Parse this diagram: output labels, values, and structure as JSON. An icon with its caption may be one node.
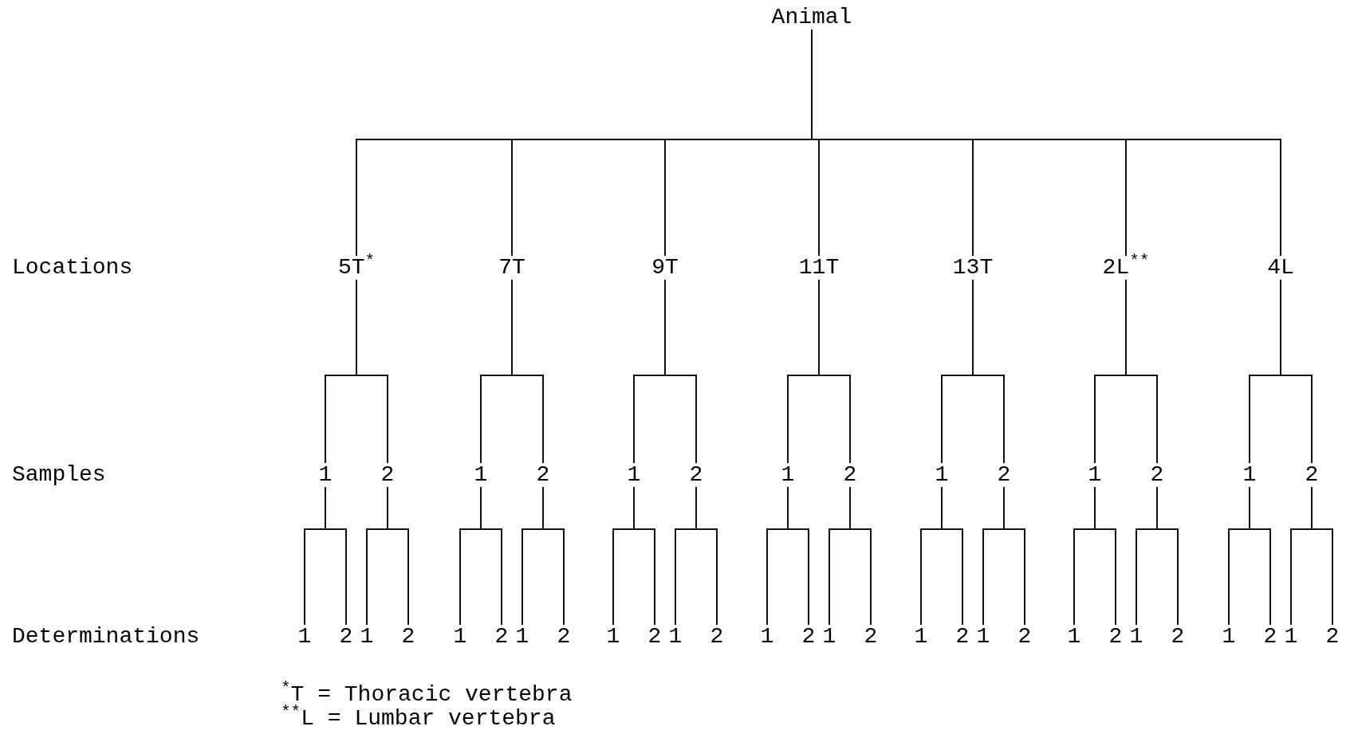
{
  "diagram": {
    "nodes": [
      {
        "text": [
          "Animal"
        ]
      },
      {
        "text": [
          "5T$^{*}$"
        ]
      },
      {
        "text": [
          "7T"
        ]
      },
      {
        "text": [
          "9T"
        ]
      },
      {
        "text": [
          "11T"
        ]
      },
      {
        "text": [
          "13T"
        ]
      },
      {
        "text": [
          "2L$^{**}$"
        ]
      },
      {
        "text": [
          "4L"
        ]
      },
      {
        "text": [
          "1"
        ]
      },
      {
        "text": [
          "2"
        ]
      },
      {
        "text": [
          "1"
        ]
      },
      {
        "text": [
          "2"
        ]
      },
      {
        "text": [
          "1"
        ]
      },
      {
        "text": [
          "2"
        ]
      },
      {
        "text": [
          "1"
        ]
      },
      {
        "text": [
          "2"
        ]
      },
      {
        "text": [
          "1"
        ]
      },
      {
        "text": [
          "2"
        ]
      },
      {
        "text": [
          "1"
        ]
      },
      {
        "text": [
          "2"
        ]
      },
      {
        "text": [
          "1"
        ]
      },
      {
        "text": [
          "2"
        ]
      },
      {
        "text": [
          "1"
        ]
      },
      {
        "text": [
          "2"
        ]
      },
      {
        "text": [
          "1"
        ]
      },
      {
        "text": [
          "2"
        ]
      },
      {
        "text": [
          "1"
        ]
      },
      {
        "text": [
          "2"
        ]
      },
      {
        "text": [
          "1"
        ]
      },
      {
        "text": [
          "2"
        ]
      },
      {
        "text": [
          "1"
        ]
      },
      {
        "text": [
          "2"
        ]
      },
      {
        "text": [
          "1"
        ]
      },
      {
        "text": [
          "2"
        ]
      },
      {
        "text": [
          "1"
        ]
      },
      {
        "text": [
          "2"
        ]
      },
      {
        "text": [
          "1"
        ]
      },
      {
        "text": [
          "2"
        ]
      },
      {
        "text": [
          "1"
        ]
      },
      {
        "text": [
          "2"
        ]
      },
      {
        "text": [
          "1"
        ]
      },
      {
        "text": [
          "2"
        ]
      },
      {
        "text": [
          "1"
        ]
      },
      {
        "text": [
          "2"
        ]
      },
      {
        "text": [
          "1"
        ]
      },
      {
        "text": [
          "2"
        ]
      },
      {
        "text": [
          "1"
        ]
      },
      {
        "text": [
          "2"
        ]
      },
      {
        "text": [
          "1"
        ]
      },
      {
        "text": [
          "2"
        ]
      }
    ],
    "edges": [
      {
        "from": 0,
        "to": 1,
        "arrow": "none"
      },
      {
        "from": 0,
        "to": 2,
        "arrow": "none"
      },
      {
        "from": 0,
        "to": 3,
        "arrow": "none"
      },
      {
        "from": 0,
        "to": 4,
        "arrow": "none"
      },
      {
        "from": 0,
        "to": 5,
        "arrow": "none"
      },
      {
        "from": 0,
        "to": 6,
        "arrow": "none"
      },
      {
        "from": 0,
        "to": 7,
        "arrow": "none"
      },
      {
        "from": 1,
        "to": 8,
        "arrow": "none"
      },
      {
        "from": 1,
        "to": 9,
        "arrow": "none"
      },
      {
        "from": 2,
        "to": 10,
        "arrow": "none"
      },
      {
        "from": 2,
        "to": 11,
        "arrow": "none"
      },
      {
        "from": 3,
        "to": 12,
        "arrow": "none"
      },
      {
        "from": 3,
        "to": 13,
        "arrow": "none"
      },
      {
        "from": 4,
        "to": 14,
        "arrow": "none"
      },
      {
        "from": 4,
        "to": 15,
        "arrow": "none"
      },
      {
        "from": 5,
        "to": 16,
        "arrow": "none"
      },
      {
        "from": 5,
        "to": 17,
        "arrow": "none"
      },
      {
        "from": 6,
        "to": 18,
        "arrow": "none"
      },
      {
        "from": 6,
        "to": 19,
        "arrow": "none"
      },
      {
        "from": 7,
        "to": 20,
        "arrow": "none"
      },
      {
        "from": 7,
        "to": 21,
        "arrow": "none"
      },
      {
        "from": 8,
        "to": 22,
        "arrow": "none"
      },
      {
        "from": 8,
        "to": 23,
        "arrow": "none"
      },
      {
        "from": 9,
        "to": 24,
        "arrow": "none"
      },
      {
        "from": 9,
        "to": 25,
        "arrow": "none"
      },
      {
        "from": 10,
        "to": 26,
        "arrow": "none"
      },
      {
        "from": 10,
        "to": 27,
        "arrow": "none"
      },
      {
        "from": 11,
        "to": 28,
        "arrow": "none"
      },
      {
        "from": 11,
        "to": 29,
        "arrow": "none"
      },
      {
        "from": 12,
        "to": 30,
        "arrow": "none"
      },
      {
        "from": 12,
        "to": 31,
        "arrow": "none"
      },
      {
        "from": 13,
        "to": 32,
        "arrow": "none"
      },
      {
        "from": 13,
        "to": 33,
        "arrow": "none"
      },
      {
        "from": 14,
        "to": 34,
        "arrow": "none"
      },
      {
        "from": 14,
        "to": 35,
        "arrow": "none"
      },
      {
        "from": 15,
        "to": 36,
        "arrow": "none"
      },
      {
        "from": 15,
        "to": 37,
        "arrow": "none"
      },
      {
        "from": 16,
        "to": 38,
        "arrow": "none"
      },
      {
        "from": 16,
        "to": 39,
        "arrow": "none"
      },
      {
        "from": 17,
        "to": 40,
        "arrow": "none"
      },
      {
        "from": 17,
        "to": 41,
        "arrow": "none"
      },
      {
        "from": 18,
        "to": 42,
        "arrow": "none"
      },
      {
        "from": 18,
        "to": 43,
        "arrow": "none"
      },
      {
        "from": 19,
        "to": 44,
        "arrow": "none"
      },
      {
        "from": 19,
        "to": 45,
        "arrow": "none"
      },
      {
        "from": 20,
        "to": 46,
        "arrow": "none"
      },
      {
        "from": 20,
        "to": 47,
        "arrow": "none"
      },
      {
        "from": 21,
        "to": 48,
        "arrow": "none"
      },
      {
        "from": 21,
        "to": 49,
        "arrow": "none"
      }
    ],
    "labels": [
      "Locations",
      "Samples",
      "Determinations",
      "$^{*}$T = Thoracic vertebra",
      "$^{**}$L = Lumbar vertebra"
    ]
  }
}
